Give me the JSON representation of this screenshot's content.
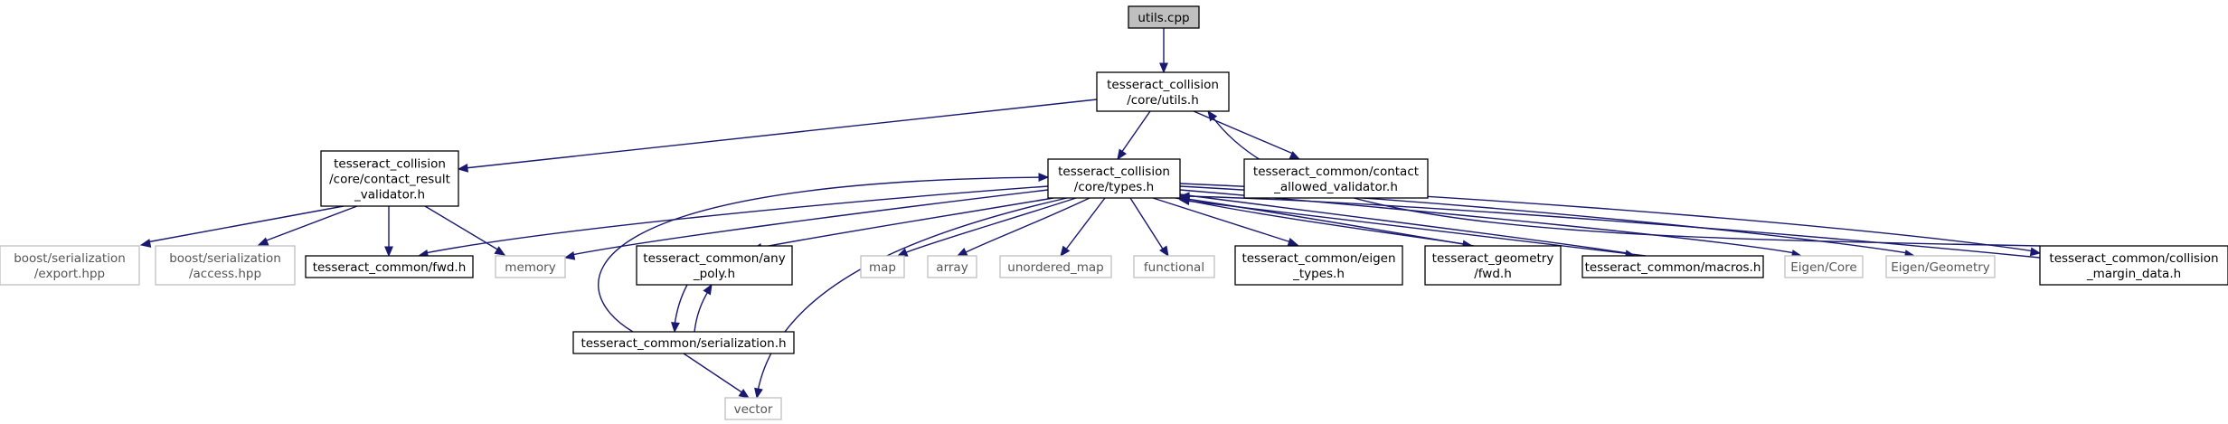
{
  "colors": {
    "edge": "#191970",
    "external_border": "#bfbfbf",
    "root_fill": "#bfbfbf",
    "node_border": "#000000"
  },
  "nodes": {
    "utils_cpp": {
      "lines": [
        "utils.cpp"
      ]
    },
    "core_utils_h": {
      "lines": [
        "tesseract_collision",
        "/core/utils.h"
      ]
    },
    "contact_result_validator_h": {
      "lines": [
        "tesseract_collision",
        "/core/contact_result",
        "_validator.h"
      ]
    },
    "core_types_h": {
      "lines": [
        "tesseract_collision",
        "/core/types.h"
      ]
    },
    "contact_allowed_validator_h": {
      "lines": [
        "tesseract_common/contact",
        "_allowed_validator.h"
      ]
    },
    "boost_export": {
      "lines": [
        "boost/serialization",
        "/export.hpp"
      ]
    },
    "boost_access": {
      "lines": [
        "boost/serialization",
        "/access.hpp"
      ]
    },
    "common_fwd_h": {
      "lines": [
        "tesseract_common/fwd.h"
      ]
    },
    "memory": {
      "lines": [
        "memory"
      ]
    },
    "any_poly_h": {
      "lines": [
        "tesseract_common/any",
        "_poly.h"
      ]
    },
    "map": {
      "lines": [
        "map"
      ]
    },
    "array": {
      "lines": [
        "array"
      ]
    },
    "unordered_map": {
      "lines": [
        "unordered_map"
      ]
    },
    "functional": {
      "lines": [
        "functional"
      ]
    },
    "eigen_types_h": {
      "lines": [
        "tesseract_common/eigen",
        "_types.h"
      ]
    },
    "geometry_fwd_h": {
      "lines": [
        "tesseract_geometry",
        "/fwd.h"
      ]
    },
    "macros_h": {
      "lines": [
        "tesseract_common/macros.h"
      ]
    },
    "eigen_core": {
      "lines": [
        "Eigen/Core"
      ]
    },
    "eigen_geometry": {
      "lines": [
        "Eigen/Geometry"
      ]
    },
    "collision_margin_data_h": {
      "lines": [
        "tesseract_common/collision",
        "_margin_data.h"
      ]
    },
    "serialization_h": {
      "lines": [
        "tesseract_common/serialization.h"
      ]
    },
    "vector": {
      "lines": [
        "vector"
      ]
    }
  }
}
